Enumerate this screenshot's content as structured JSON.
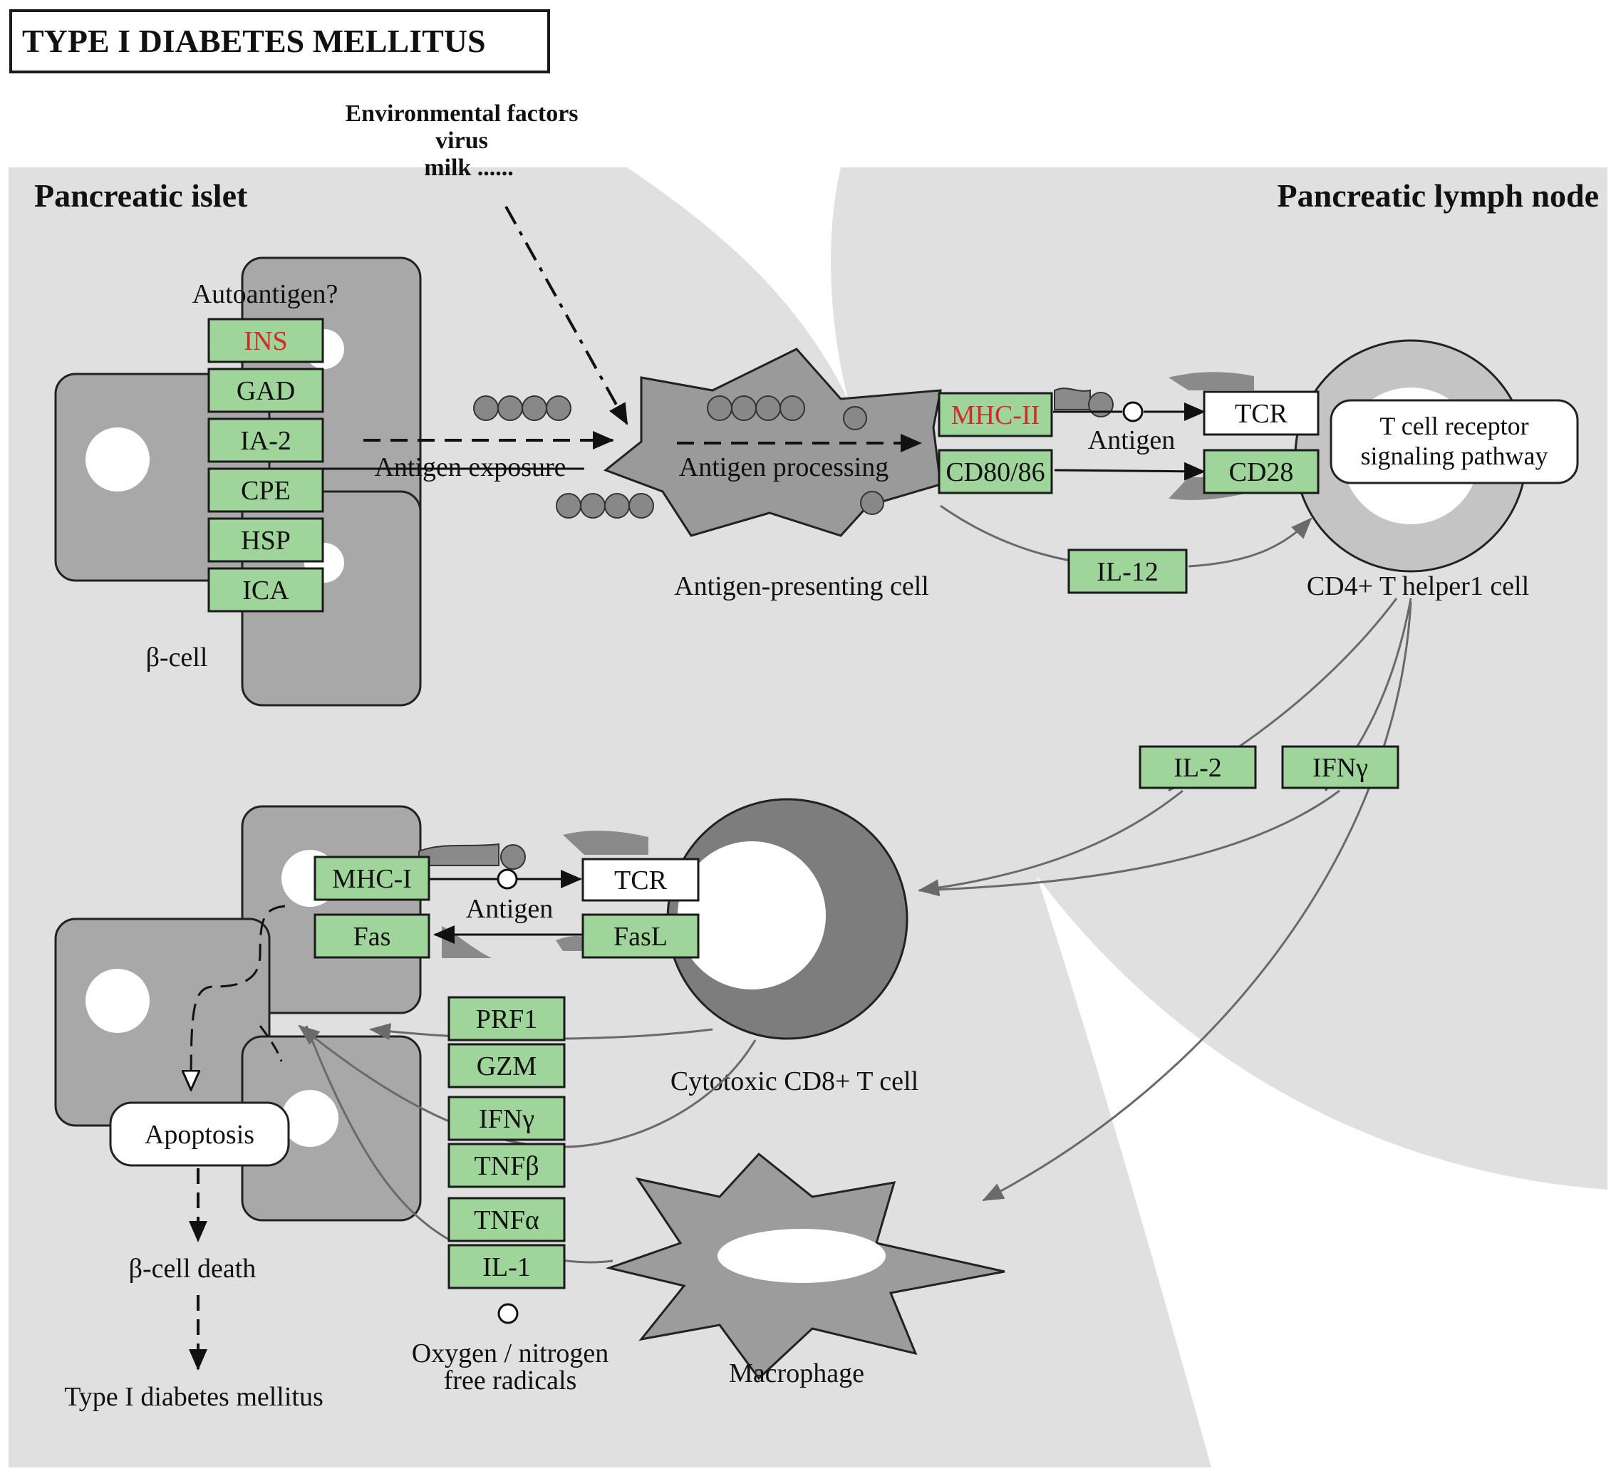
{
  "title": "TYPE I DIABETES MELLITUS",
  "environment": {
    "line1": "Environmental factors",
    "line2": "virus",
    "line3": "milk ......"
  },
  "regions": {
    "islet": "Pancreatic islet",
    "lymph": "Pancreatic lymph node"
  },
  "autoantigen_label": "Autoantigen?",
  "autoantigens": [
    {
      "label": "INS",
      "highlight": true
    },
    {
      "label": "GAD",
      "highlight": false
    },
    {
      "label": "IA-2",
      "highlight": false
    },
    {
      "label": "CPE",
      "highlight": false
    },
    {
      "label": "HSP",
      "highlight": false
    },
    {
      "label": "ICA",
      "highlight": false
    }
  ],
  "labels": {
    "beta_cell": "β-cell",
    "antigen_exposure": "Antigen exposure",
    "antigen_processing": "Antigen processing",
    "apc": "Antigen-presenting cell",
    "antigen_top": "Antigen",
    "th1": "CD4+ T helper1 cell",
    "ctl": "Cytotoxic CD8+ T cell",
    "antigen_bottom": "Antigen",
    "apoptosis": "Apoptosis",
    "beta_cell_death": "β-cell death",
    "t1dm": "Type I diabetes mellitus",
    "radicals_line1": "Oxygen / nitrogen",
    "radicals_line2": "free radicals",
    "macrophage": "Macrophage",
    "tcr_pathway_line1": "T cell receptor",
    "tcr_pathway_line2": "signaling pathway"
  },
  "genes": {
    "mhc2": {
      "label": "MHC-II",
      "highlight": true
    },
    "cd80_86": {
      "label": "CD80/86",
      "highlight": false
    },
    "tcr_top": {
      "label": "TCR",
      "highlight": false
    },
    "cd28": {
      "label": "CD28",
      "highlight": false
    },
    "il12": {
      "label": "IL-12",
      "highlight": false
    },
    "il2": {
      "label": "IL-2",
      "highlight": false
    },
    "ifng_top": {
      "label": "IFNγ",
      "highlight": false
    },
    "mhc1": {
      "label": "MHC-I",
      "highlight": false
    },
    "fas": {
      "label": "Fas",
      "highlight": false
    },
    "tcr_bottom": {
      "label": "TCR",
      "highlight": false
    },
    "fasl": {
      "label": "FasL",
      "highlight": false
    },
    "prf1": {
      "label": "PRF1",
      "highlight": false
    },
    "gzm": {
      "label": "GZM",
      "highlight": false
    },
    "ifng_bottom": {
      "label": "IFNγ",
      "highlight": false
    },
    "tnfb": {
      "label": "TNFβ",
      "highlight": false
    },
    "tnfa": {
      "label": "TNFα",
      "highlight": false
    },
    "il1": {
      "label": "IL-1",
      "highlight": false
    }
  },
  "colors": {
    "gene_fill": "#9fd49a",
    "highlight_text": "#d42a2a",
    "region_gray": "#e0e0e0",
    "cell_gray": "#a8a8a8",
    "dark_gray": "#7a7a7a"
  }
}
